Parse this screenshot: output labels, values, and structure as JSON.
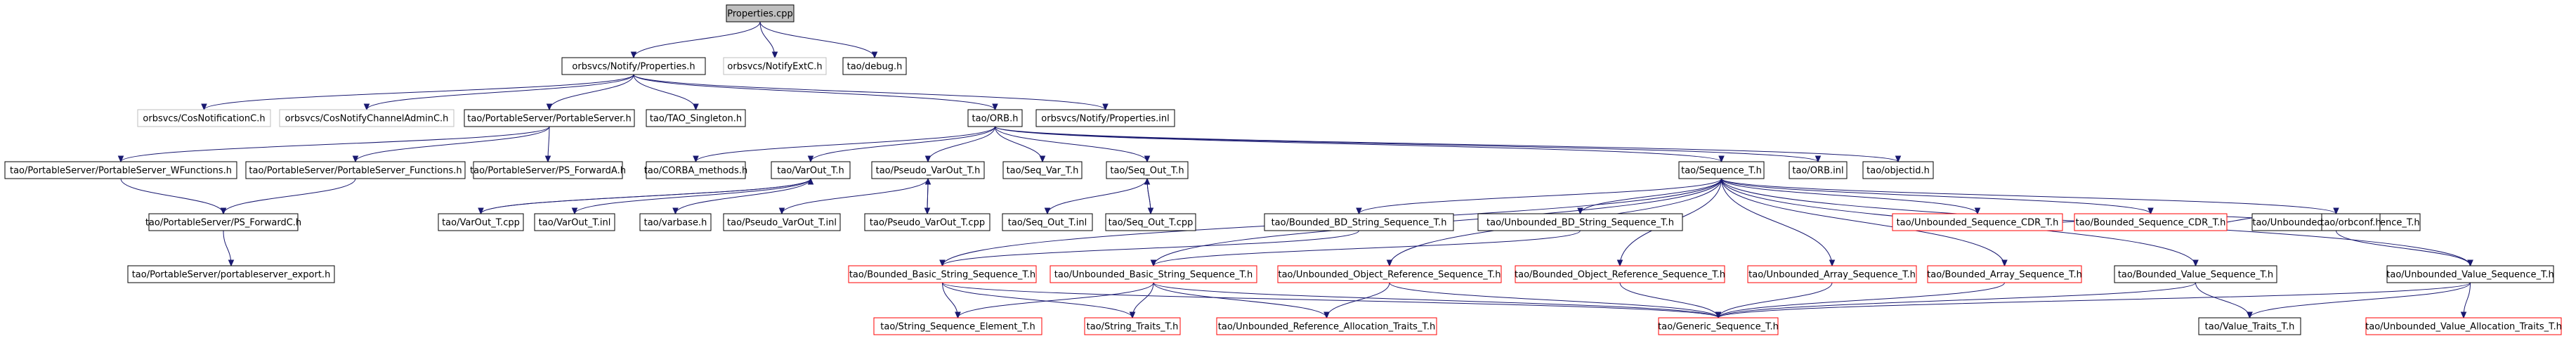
{
  "nodes": {
    "properties_cpp": "Properties.cpp",
    "properties_h": "orbsvcs/Notify/Properties.h",
    "notifyextc_h": "orbsvcs/NotifyExtC.h",
    "debug_h": "tao/debug.h",
    "cosnotificationc_h": "orbsvcs/CosNotificationC.h",
    "cosnotifychanneladminc_h": "orbsvcs/CosNotifyChannelAdminC.h",
    "portableserver_h": "tao/PortableServer/PortableServer.h",
    "tao_singleton_h": "tao/TAO_Singleton.h",
    "orb_h": "tao/ORB.h",
    "properties_inl": "orbsvcs/Notify/Properties.inl",
    "ps_wfunctions_h": "tao/PortableServer/PortableServer_WFunctions.h",
    "ps_functions_h": "tao/PortableServer/PortableServer_Functions.h",
    "ps_forwarda_h": "tao/PortableServer/PS_ForwardA.h",
    "ps_forwardc_h": "tao/PortableServer/PS_ForwardC.h",
    "ps_export_h": "tao/PortableServer/portableserver_export.h",
    "corba_methods_h": "tao/CORBA_methods.h",
    "varout_t_h": "tao/VarOut_T.h",
    "pseudo_varout_t_h": "tao/Pseudo_VarOut_T.h",
    "seq_var_t_h": "tao/Seq_Var_T.h",
    "seq_out_t_h": "tao/Seq_Out_T.h",
    "sequence_t_h": "tao/Sequence_T.h",
    "orb_inl": "tao/ORB.inl",
    "objectid_h": "tao/objectid.h",
    "varout_t_cpp": "tao/VarOut_T.cpp",
    "varout_t_inl": "tao/VarOut_T.inl",
    "varbase_h": "tao/varbase.h",
    "pseudo_varout_t_inl": "tao/Pseudo_VarOut_T.inl",
    "pseudo_varout_t_cpp": "tao/Pseudo_VarOut_T.cpp",
    "seq_out_t_inl": "tao/Seq_Out_T.inl",
    "seq_out_t_cpp": "tao/Seq_Out_T.cpp",
    "bounded_bd_string_h": "tao/Bounded_BD_String_Sequence_T.h",
    "unbounded_bd_string_h": "tao/Unbounded_BD_String_Sequence_T.h",
    "unbounded_sequence_cdr_h": "tao/Unbounded_Sequence_CDR_T.h",
    "bounded_sequence_cdr_h": "tao/Bounded_Sequence_CDR_T.h",
    "unbounded_octet_h": "tao/Unbounded_Octet_Sequence_T.h",
    "bounded_basic_string_h": "tao/Bounded_Basic_String_Sequence_T.h",
    "unbounded_basic_string_h": "tao/Unbounded_Basic_String_Sequence_T.h",
    "unbounded_object_ref_h": "tao/Unbounded_Object_Reference_Sequence_T.h",
    "bounded_object_ref_h": "tao/Bounded_Object_Reference_Sequence_T.h",
    "unbounded_array_h": "tao/Unbounded_Array_Sequence_T.h",
    "bounded_array_h": "tao/Bounded_Array_Sequence_T.h",
    "bounded_value_h": "tao/Bounded_Value_Sequence_T.h",
    "orbconf_h": "tao/orbconf.h",
    "unbounded_value_h": "tao/Unbounded_Value_Sequence_T.h",
    "string_sequence_element_h": "tao/String_Sequence_Element_T.h",
    "string_traits_h": "tao/String_Traits_T.h",
    "unbounded_ref_alloc_h": "tao/Unbounded_Reference_Allocation_Traits_T.h",
    "generic_sequence_h": "tao/Generic_Sequence_T.h",
    "value_traits_h": "tao/Value_Traits_T.h",
    "unbounded_value_alloc_h": "tao/Unbounded_Value_Allocation_Traits_T.h"
  },
  "colors": {
    "edge": "#191970",
    "root_fill": "#bfbfbf",
    "external_border": "#bfbfbf",
    "undocumented_border": "#ff0000",
    "default_border": "#000000"
  }
}
